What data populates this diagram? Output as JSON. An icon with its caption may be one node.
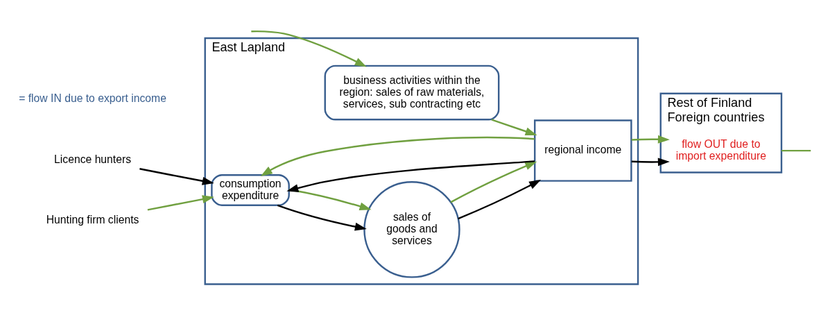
{
  "diagram": {
    "nodes": [
      {
        "text": [
          "East Lapland"
        ]
      },
      {
        "text": [
          "consumption expenditure"
        ],
        "in": 0
      },
      {
        "text": [
          "sales of goods and services"
        ],
        "in": 0
      },
      {
        "text": [
          "regional income"
        ],
        "in": 0
      },
      {
        "text": [
          "business activities within the region: sales of raw materials, services, sub contracting etc"
        ],
        "in": 0
      },
      {
        "text": [
          "Rest of Finland",
          "Foreign countries"
        ]
      },
      {
        "text": [
          "flow OUT due to import expenditure"
        ],
        "in": 5
      },
      {
        "text": [
          "Licence hunters"
        ]
      },
      {
        "text": [
          "Hunting firm clients"
        ]
      }
    ],
    "edges": [
      {
        "from": 7,
        "to": 1,
        "arrow": "to",
        "color": "#000000"
      },
      {
        "from": 8,
        "to": 1,
        "arrow": "to",
        "color": "#70a040"
      },
      {
        "from": null,
        "to": 4,
        "arrow": "to",
        "color": "#70a040"
      },
      {
        "from": 1,
        "to": 2,
        "arrow": "to",
        "color": "#000000"
      },
      {
        "from": 1,
        "to": 2,
        "arrow": "to",
        "color": "#70a040"
      },
      {
        "from": 2,
        "to": 3,
        "arrow": "to",
        "color": "#000000"
      },
      {
        "from": 2,
        "to": 3,
        "arrow": "to",
        "color": "#70a040"
      },
      {
        "from": 3,
        "to": 1,
        "arrow": "to",
        "color": "#000000"
      },
      {
        "from": 3,
        "to": 1,
        "arrow": "to",
        "color": "#70a040"
      },
      {
        "from": 4,
        "to": 3,
        "arrow": "to",
        "color": "#70a040"
      },
      {
        "from": 3,
        "to": 6,
        "arrow": "to",
        "color": "#000000"
      },
      {
        "from": 3,
        "to": 6,
        "arrow": "to",
        "color": "#70a040"
      },
      {
        "from": 5,
        "to": null,
        "arrow": "none",
        "color": "#70a040"
      }
    ],
    "labels": [
      "= flow IN due to export income"
    ]
  }
}
